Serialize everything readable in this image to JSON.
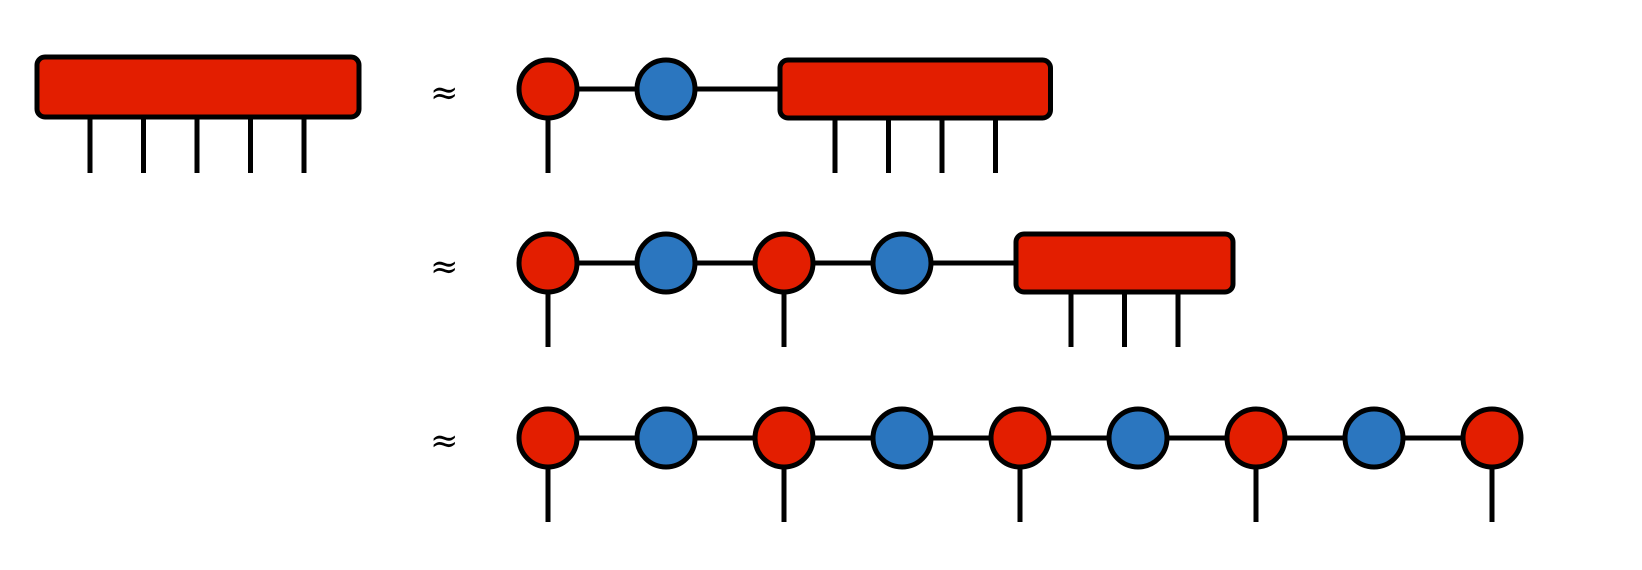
{
  "colors": {
    "tensor_fill": "#e31e00",
    "site_red": "#e31e00",
    "site_blue": "#2b76bf",
    "stroke": "#000000",
    "background": "#ffffff"
  },
  "rows": [
    {
      "approx_symbol": "≈",
      "nodes": [
        "red",
        "blue",
        "block"
      ],
      "block_legs": 4
    },
    {
      "approx_symbol": "≈",
      "nodes": [
        "red",
        "blue",
        "red",
        "blue",
        "block"
      ],
      "block_legs": 3
    },
    {
      "approx_symbol": "≈",
      "nodes": [
        "red",
        "blue",
        "red",
        "blue",
        "red",
        "blue",
        "red",
        "blue",
        "red"
      ],
      "block_legs": 0
    }
  ],
  "full_tensor": {
    "legs": 5
  }
}
